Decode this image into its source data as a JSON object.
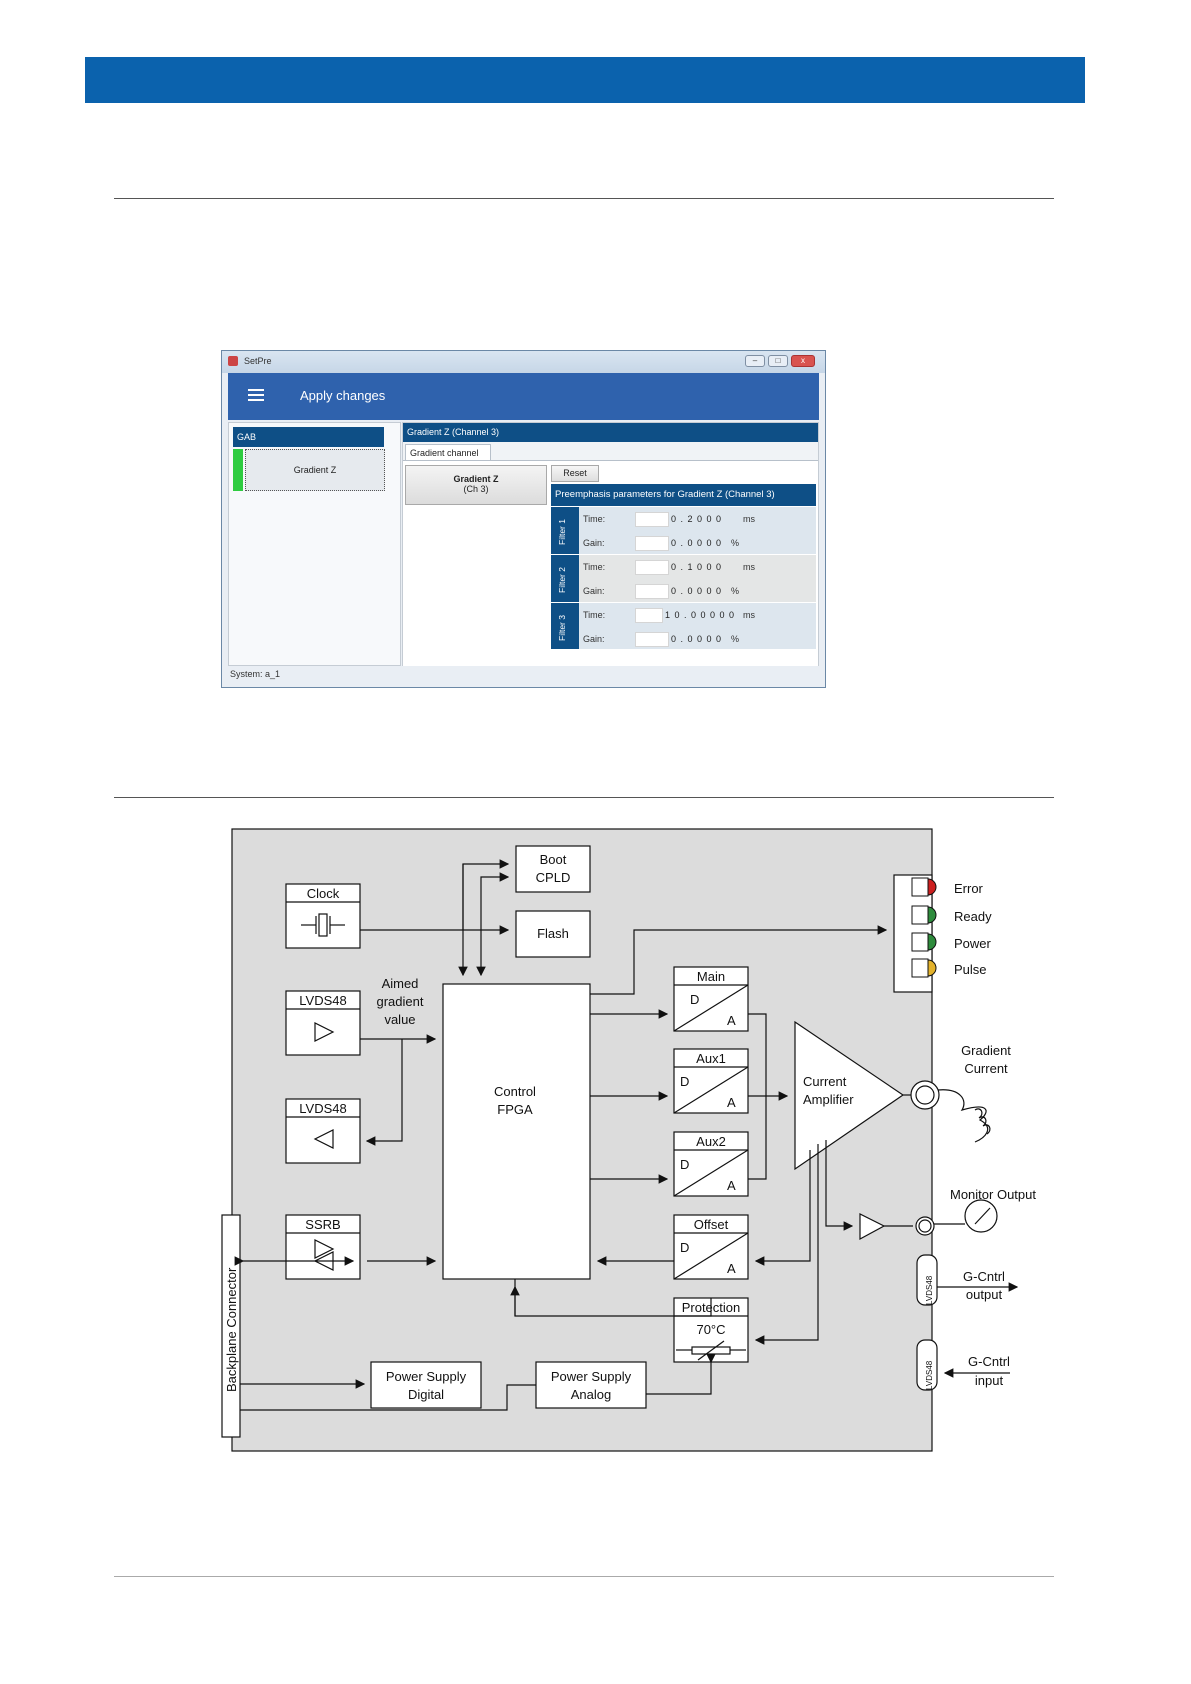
{
  "window": {
    "title": "SetPre",
    "controls": {
      "minimize": "–",
      "maximize": "□",
      "close": "x"
    },
    "appbar_label": "Apply changes",
    "left_panel": {
      "header": "GAB",
      "item": "Gradient Z"
    },
    "right_panel": {
      "header": "Gradient Z (Channel 3)",
      "tab": "Gradient channel",
      "channel_button": {
        "line1": "Gradient Z",
        "line2": "(Ch 3)"
      },
      "reset_label": "Reset",
      "preemphasis_header": "Preemphasis parameters for Gradient Z (Channel 3)",
      "filters": [
        {
          "name": "Filter 1",
          "time_label": "Time:",
          "time_value": "0.2000",
          "time_unit": "ms",
          "gain_label": "Gain:",
          "gain_value": "0.0000",
          "gain_unit": "%"
        },
        {
          "name": "Filter 2",
          "time_label": "Time:",
          "time_value": "0.1000",
          "time_unit": "ms",
          "gain_label": "Gain:",
          "gain_value": "0.0000",
          "gain_unit": "%"
        },
        {
          "name": "Filter 3",
          "time_label": "Time:",
          "time_value": "10.00000",
          "time_unit": "ms",
          "gain_label": "Gain:",
          "gain_value": "0.0000",
          "gain_unit": "%"
        }
      ]
    },
    "status": "System: a_1"
  },
  "diagram": {
    "boot_cpld": [
      "Boot",
      "CPLD"
    ],
    "flash": "Flash",
    "clock": "Clock",
    "lvds_in": "LVDS48",
    "lvds_out": "LVDS48",
    "aimed": [
      "Aimed",
      "gradient",
      "value"
    ],
    "control_fpga": [
      "Control",
      "FPGA"
    ],
    "ssrb": "SSRB",
    "backplane": "Backplane Connector",
    "dac_main": "Main",
    "dac_aux1": "Aux1",
    "dac_aux2": "Aux2",
    "dac_offset": "Offset",
    "dac_d": "D",
    "dac_a": "A",
    "current_amp": [
      "Current",
      "Amplifier"
    ],
    "protection": "Protection",
    "protection_temp": "70°C",
    "ps_digital": [
      "Power Supply",
      "Digital"
    ],
    "ps_analog": [
      "Power Supply",
      "Analog"
    ],
    "leds": [
      {
        "label": "Error",
        "color": "#cc1f1f"
      },
      {
        "label": "Ready",
        "color": "#2e8b3c"
      },
      {
        "label": "Power",
        "color": "#2e8b3c"
      },
      {
        "label": "Pulse",
        "color": "#e3b22b"
      }
    ],
    "gradient_current": [
      "Gradient",
      "Current"
    ],
    "monitor_output": "Monitor Output",
    "gcntrl_out": [
      "G-Cntrl",
      "output"
    ],
    "gcntrl_in": [
      "G-Cntrl",
      "input"
    ],
    "lvds_small": "LVDS48"
  }
}
